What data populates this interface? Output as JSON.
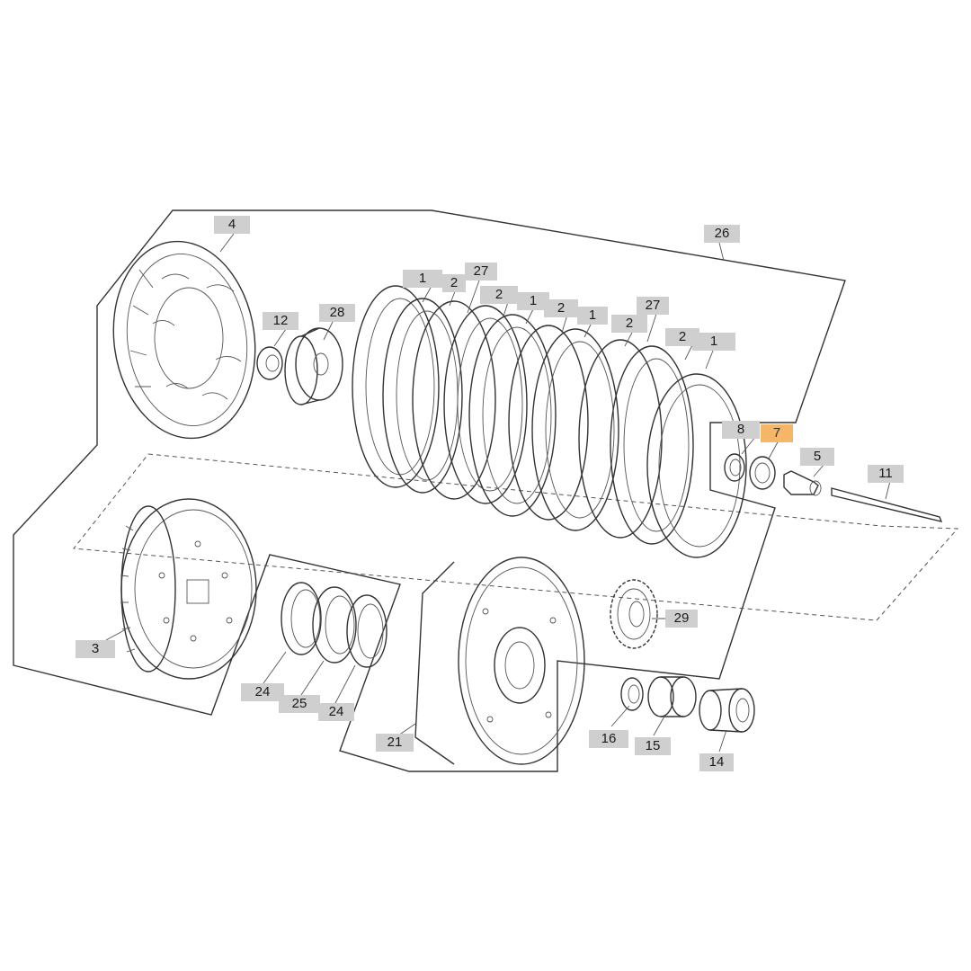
{
  "labels": [
    {
      "id": "4",
      "text": "4"
    },
    {
      "id": "26",
      "text": "26"
    },
    {
      "id": "12",
      "text": "12"
    },
    {
      "id": "28",
      "text": "28"
    },
    {
      "id": "1a",
      "text": "1"
    },
    {
      "id": "2a",
      "text": "2"
    },
    {
      "id": "27a",
      "text": "27"
    },
    {
      "id": "2b",
      "text": "2"
    },
    {
      "id": "1b",
      "text": "1"
    },
    {
      "id": "2c",
      "text": "2"
    },
    {
      "id": "1c",
      "text": "1"
    },
    {
      "id": "2d",
      "text": "2"
    },
    {
      "id": "27b",
      "text": "27"
    },
    {
      "id": "2e",
      "text": "2"
    },
    {
      "id": "1d",
      "text": "1"
    },
    {
      "id": "8",
      "text": "8"
    },
    {
      "id": "7",
      "text": "7",
      "highlight": true
    },
    {
      "id": "5",
      "text": "5"
    },
    {
      "id": "11",
      "text": "11"
    },
    {
      "id": "3",
      "text": "3"
    },
    {
      "id": "24a",
      "text": "24"
    },
    {
      "id": "25",
      "text": "25"
    },
    {
      "id": "24b",
      "text": "24"
    },
    {
      "id": "29",
      "text": "29"
    },
    {
      "id": "21",
      "text": "21"
    },
    {
      "id": "16",
      "text": "16"
    },
    {
      "id": "15",
      "text": "15"
    },
    {
      "id": "14",
      "text": "14"
    }
  ],
  "colors": {
    "highlight": "#f5b66a",
    "label_bg": "#cfcfcf",
    "line": "#333333"
  }
}
